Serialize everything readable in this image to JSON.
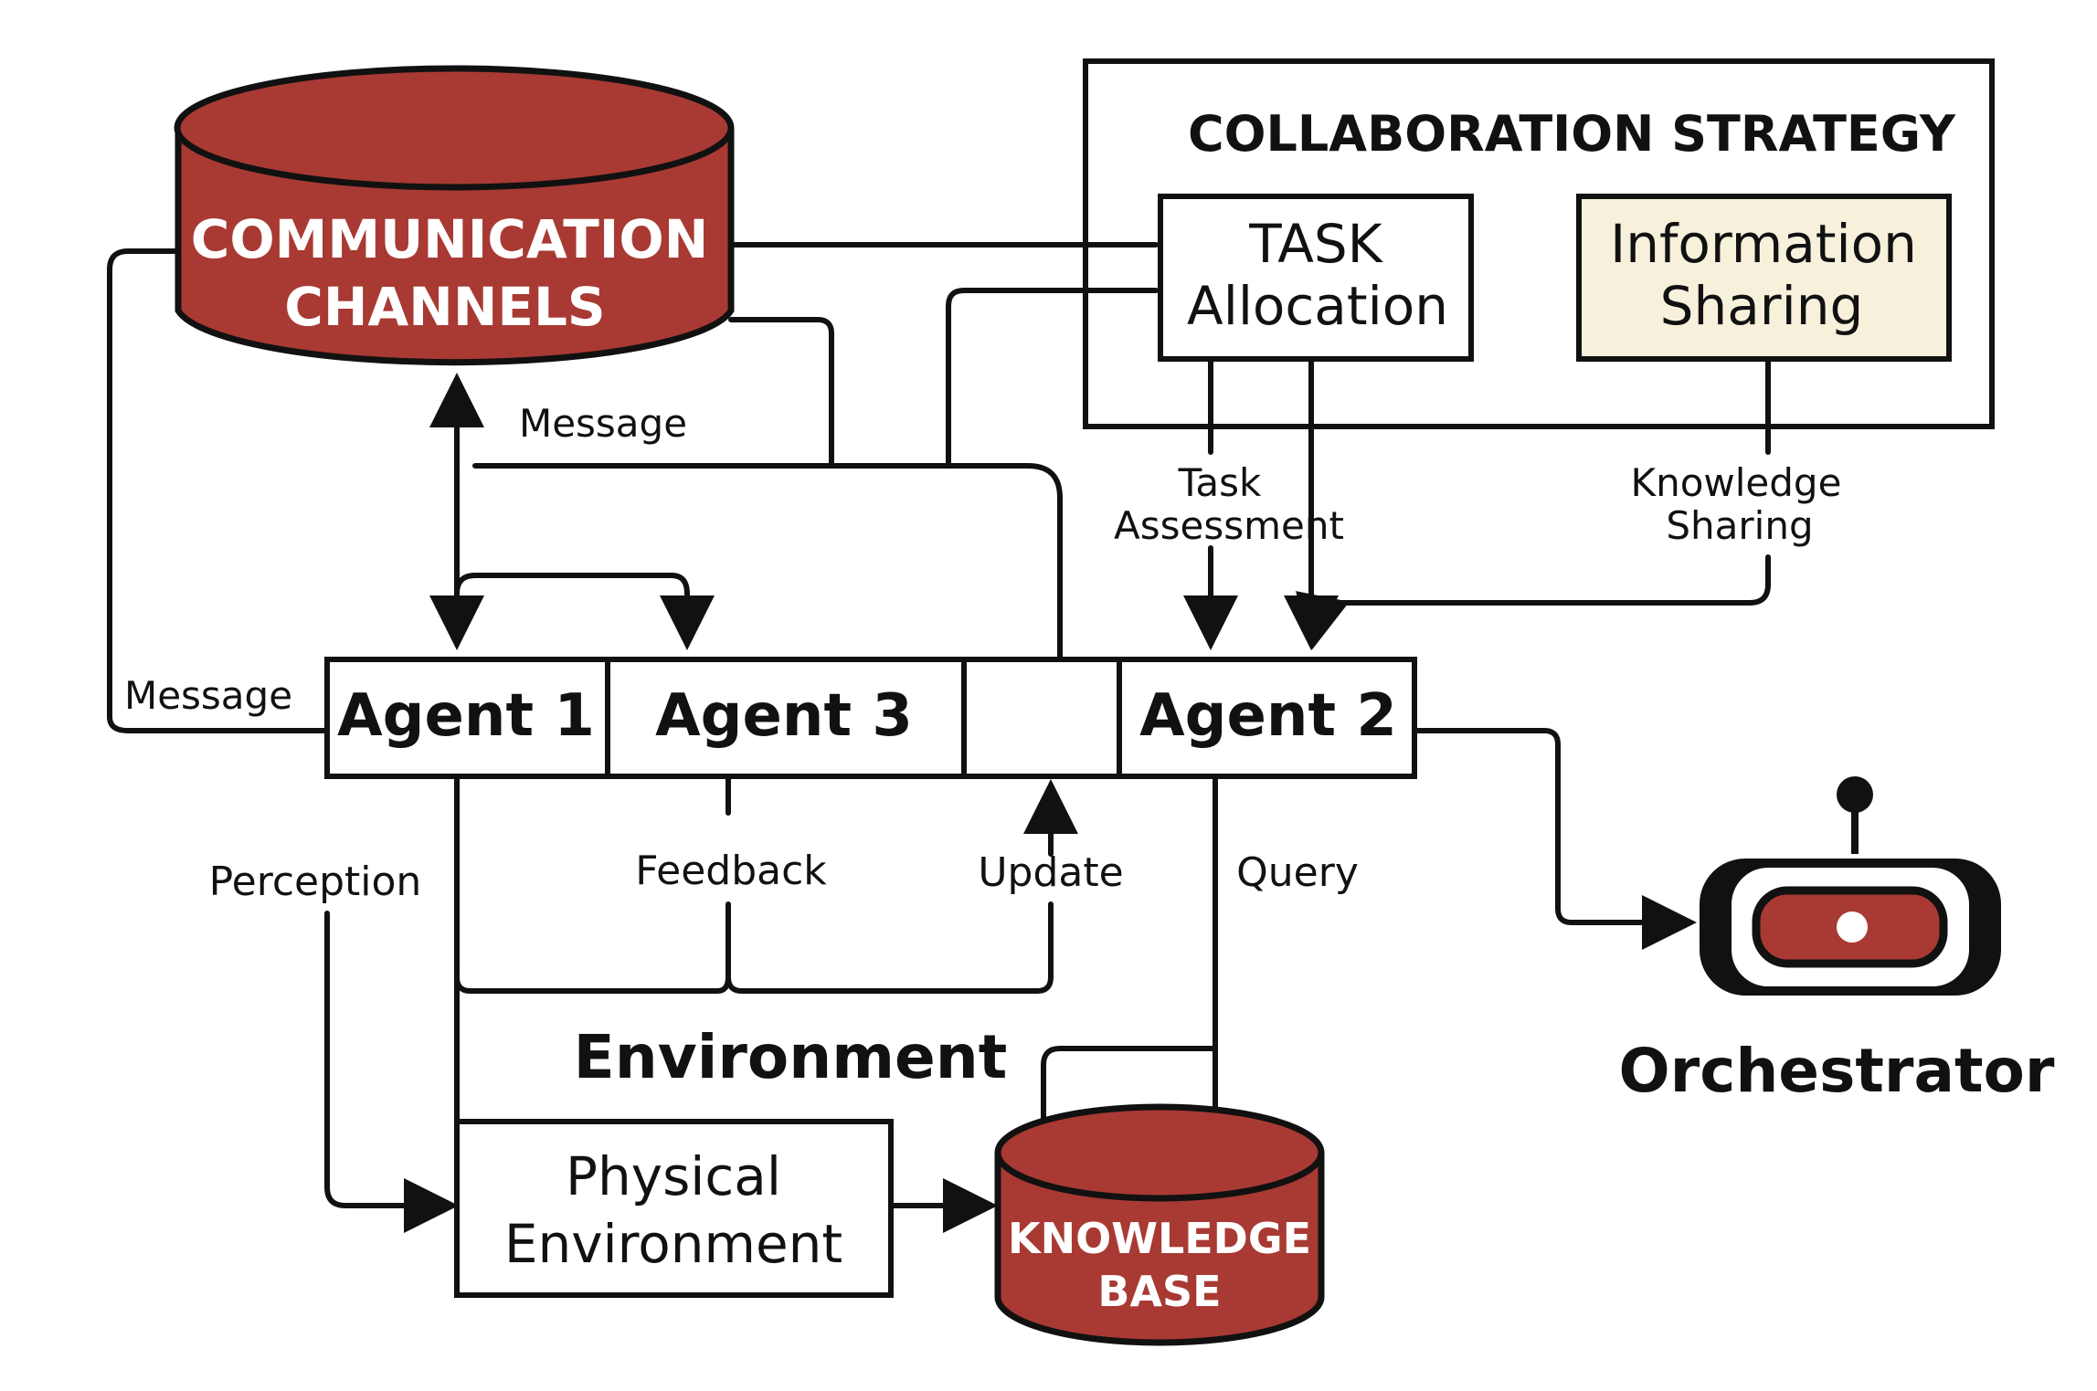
{
  "communication": {
    "line1": "COMMUNICATION",
    "line2": "CHANNELS"
  },
  "strategy": {
    "title": "COLLABORATION STRATEGY",
    "task_line1": "TASK",
    "task_line2": "Allocation",
    "info_line1": "Information",
    "info_line2": "Sharing"
  },
  "agents": {
    "agent1": "Agent 1",
    "agent3": "Agent 3",
    "agent2": "Agent 2"
  },
  "labels": {
    "message_top": "Message",
    "message_left": "Message",
    "task_assessment_1": "Task",
    "task_assessment_2": "Assessment",
    "knowledge_sharing_1": "Knowledge",
    "knowledge_sharing_2": "Sharing",
    "perception": "Perception",
    "feedback": "Feedback",
    "update": "Update",
    "query": "Query",
    "environment": "Environment"
  },
  "physical": {
    "line1": "Physical",
    "line2": "Environment"
  },
  "knowledge_base": {
    "line1": "KNOWLEDGE",
    "line2": "BASE"
  },
  "orchestrator": {
    "label": "Orchestrator",
    "icon": "robot-icon"
  },
  "colors": {
    "accent_red": "#a83a33",
    "info_fill": "#f7f1dc",
    "ink": "#111111"
  }
}
